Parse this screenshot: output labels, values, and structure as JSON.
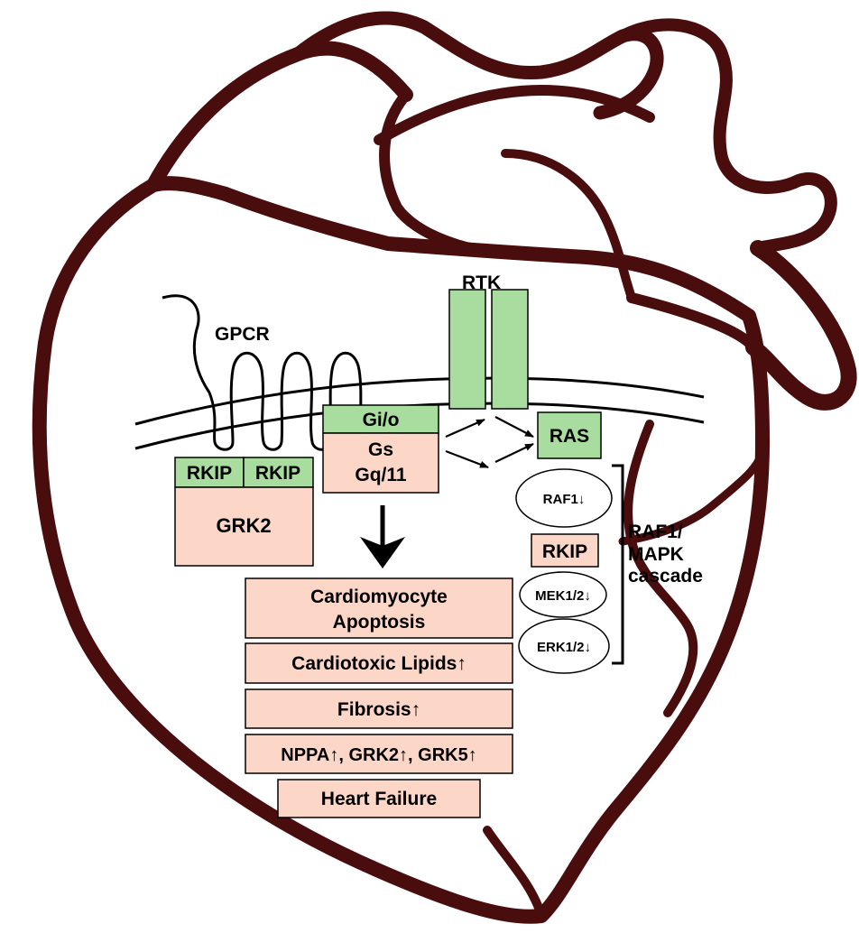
{
  "labels": {
    "gpcr": "GPCR",
    "rtk": "RTK",
    "gio": "Gi/o",
    "gs": "Gs",
    "gq": "Gq/11",
    "rkip_left": "RKIP",
    "rkip_right": "RKIP",
    "grk2": "GRK2",
    "ras": "RAS",
    "raf1": "RAF1↓",
    "rkip_cascade": "RKIP",
    "mek": "MEK1/2↓",
    "erk": "ERK1/2↓",
    "cascade_line1": "RAF1/",
    "cascade_line2": "MAPK",
    "cascade_line3": "cascade"
  },
  "outcomes": [
    "Cardiomyocyte",
    "Apoptosis",
    "Cardiotoxic Lipids↑",
    "Fibrosis↑",
    "NPPA↑, GRK2↑, GRK5↑",
    "Heart Failure"
  ],
  "colors": {
    "heart_outline": "#4a0d0d",
    "green_box": "#a9dda0",
    "pink_box": "#fcd6c6"
  }
}
